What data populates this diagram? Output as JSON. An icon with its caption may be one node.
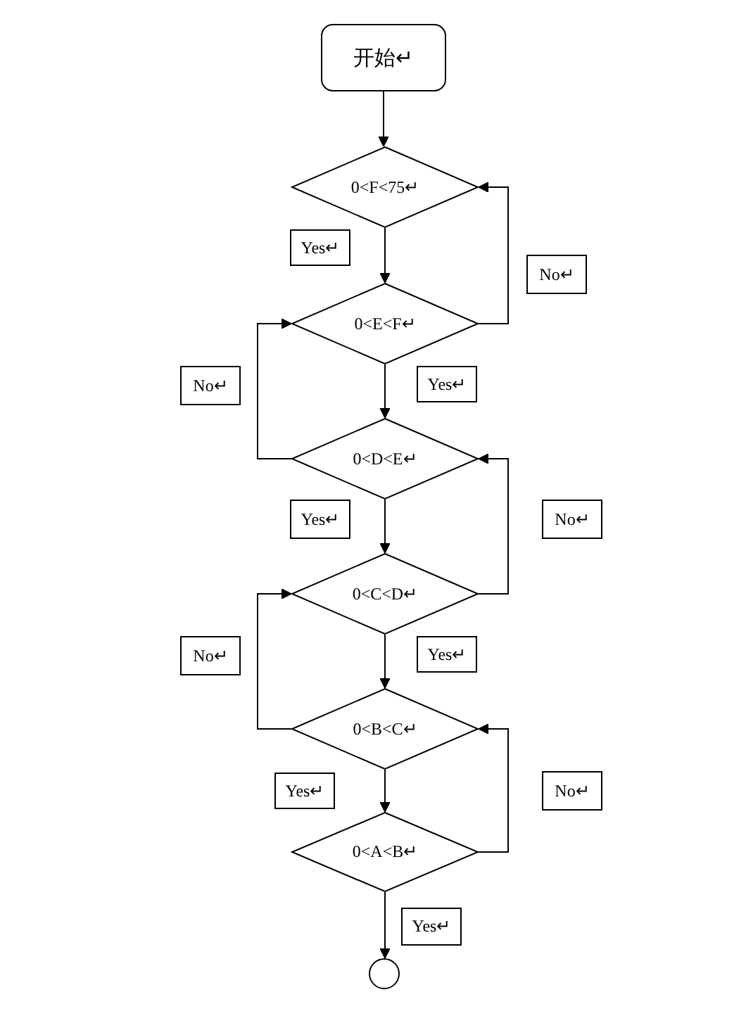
{
  "diagram": {
    "nodes": [
      {
        "text": [
          "开始↵"
        ]
      },
      {
        "text": [
          "0<F<75↵"
        ]
      },
      {
        "text": [
          "0<E<F↵"
        ]
      },
      {
        "text": [
          "0<D<E↵"
        ]
      },
      {
        "text": [
          "0<C<D↵"
        ]
      },
      {
        "text": [
          "0<B<C↵"
        ]
      },
      {
        "text": [
          "0<A<B↵"
        ]
      },
      {
        "text": [],
        "shape": "circle"
      }
    ],
    "edges": [
      {
        "from": 0,
        "to": 1,
        "arrow": "to"
      },
      {
        "from": 1,
        "to": 2,
        "arrow": "to",
        "label": "Yes↵"
      },
      {
        "from": 2,
        "to": 1,
        "arrow": "to",
        "label": "No↵"
      },
      {
        "from": 2,
        "to": 3,
        "arrow": "to",
        "label": "Yes↵"
      },
      {
        "from": 3,
        "to": 2,
        "arrow": "to",
        "label": "No↵"
      },
      {
        "from": 3,
        "to": 4,
        "arrow": "to",
        "label": "Yes↵"
      },
      {
        "from": 4,
        "to": 3,
        "arrow": "to",
        "label": "No↵"
      },
      {
        "from": 4,
        "to": 5,
        "arrow": "to",
        "label": "Yes↵"
      },
      {
        "from": 5,
        "to": 4,
        "arrow": "to",
        "label": "No↵"
      },
      {
        "from": 5,
        "to": 6,
        "arrow": "to",
        "label": "Yes↵"
      },
      {
        "from": 6,
        "to": 5,
        "arrow": "to",
        "label": "No↵"
      },
      {
        "from": 6,
        "to": 7,
        "arrow": "to",
        "label": "Yes↵"
      }
    ]
  }
}
